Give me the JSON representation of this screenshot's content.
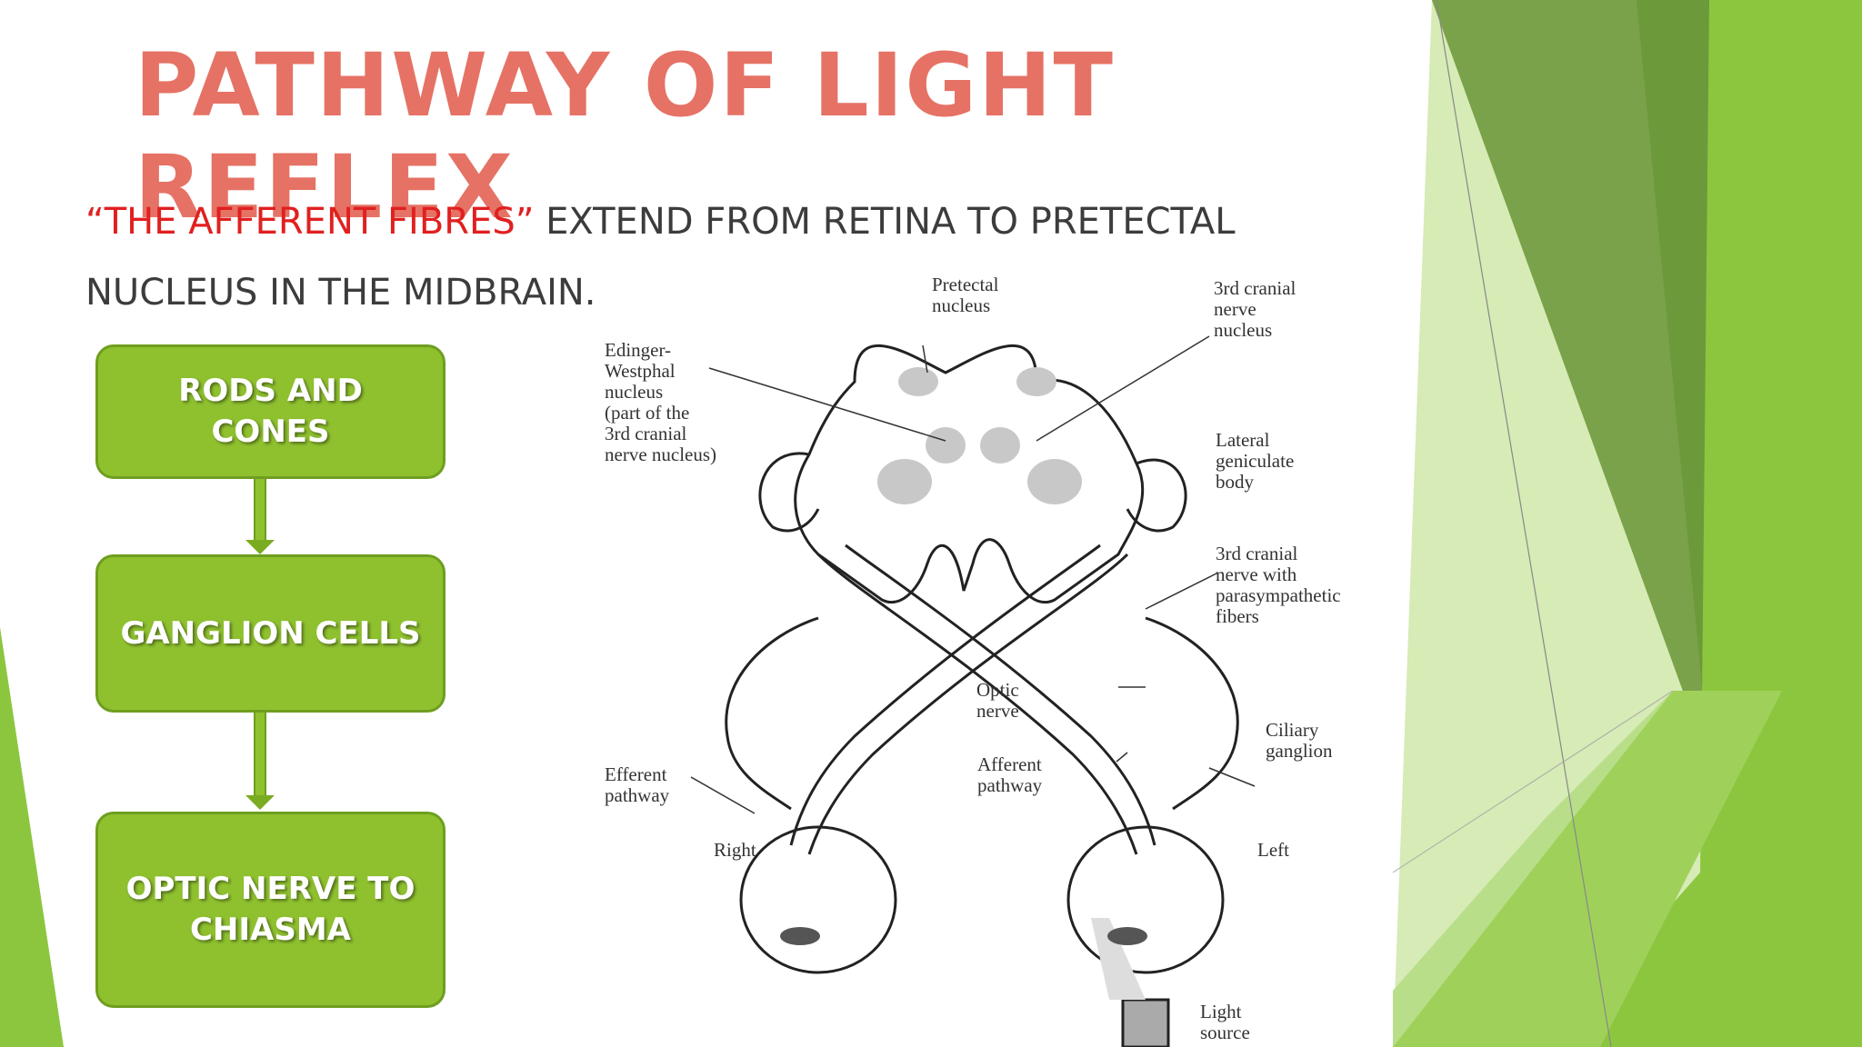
{
  "slide": {
    "title": "PATHWAY OF LIGHT REFLEX",
    "subtitle_quote": "“THE AFFERENT FIBRES”",
    "subtitle_rest": " EXTEND FROM RETINA TO PRETECTAL NUCLEUS IN THE MIDBRAIN."
  },
  "flow": {
    "boxes": [
      "RODS AND CONES",
      "GANGLION CELLS",
      "OPTIC NERVE TO CHIASMA"
    ]
  },
  "diagram": {
    "labels": {
      "pretectal": "Pretectal\nnucleus",
      "edinger": "Edinger-\nWestphal\nnucleus\n(part of the\n3rd cranial\nnerve nucleus)",
      "third_nucleus": "3rd cranial\nnerve\nnucleus",
      "lateral_geniculate": "Lateral\ngeniculate\nbody",
      "third_nerve": "3rd cranial\nnerve with\nparasympathetic\nfibers",
      "optic_nerve": "Optic\nnerve",
      "ciliary": "Ciliary\nganglion",
      "afferent": "Afferent\npathway",
      "efferent": "Efferent\npathway",
      "right": "Right",
      "left": "Left",
      "light_source": "Light\nsource"
    }
  },
  "colors": {
    "title": "#e57265",
    "accent_red": "#e02020",
    "box_green": "#8fc12f"
  }
}
